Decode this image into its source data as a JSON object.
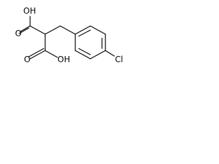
{
  "molecule": {
    "labels": {
      "oh_top": "OH",
      "o_top": "O",
      "o_bottom": "O",
      "oh_bottom": "OH",
      "cl": "Cl"
    }
  }
}
